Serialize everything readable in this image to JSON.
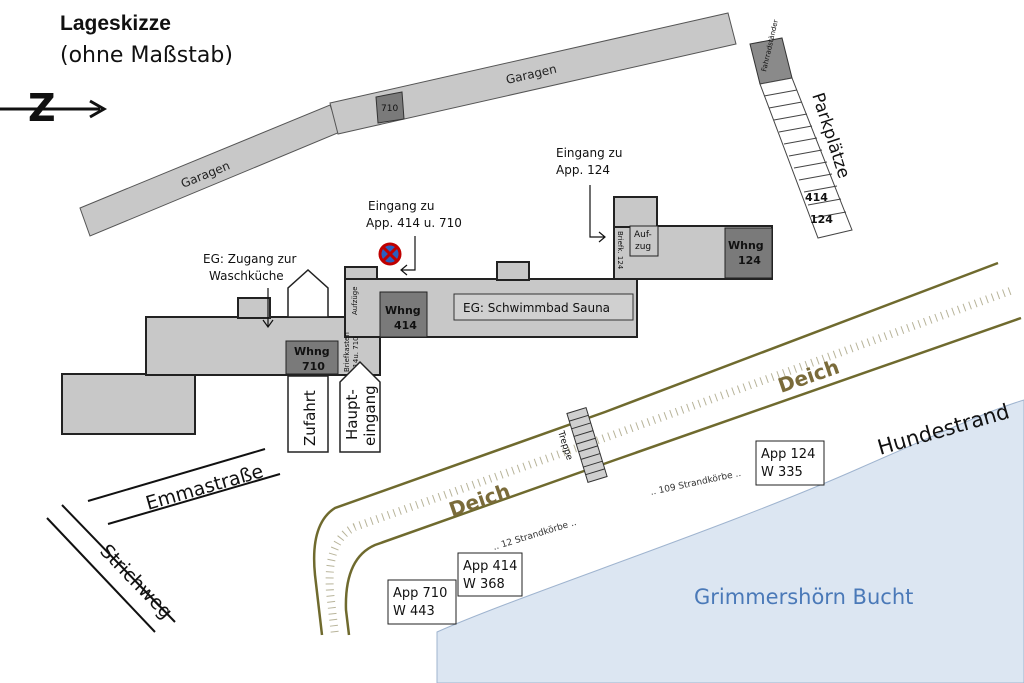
{
  "title": "Lageskizze",
  "subtitle": "(ohne Maßstab)",
  "north_symbol": "Z",
  "garages": {
    "left": "Garagen",
    "right": "Garagen",
    "num": "710"
  },
  "parking": {
    "label": "Parkplätze",
    "slot_414": "414",
    "slot_124": "124",
    "small": "Fahrradständer"
  },
  "labels": {
    "eingang124_l1": "Eingang zu",
    "eingang124_l2": "App.  124",
    "eingang414_l1": "Eingang zu",
    "eingang414_l2": "App.  414 u. 710",
    "waschkueche_l1": "EG: Zugang zur",
    "waschkueche_l2": "Waschküche",
    "schwimmbad": "EG: Schwimmbad Sauna",
    "aufzug_vert": "Aufzüge",
    "briefkasten124": "Briefk. 124",
    "briefkasten710_a": "Briefkasten",
    "briefkasten710_b": "414u. 710",
    "aufzug_l1": "Auf-",
    "aufzug_l2": "zug"
  },
  "units": {
    "w124_l1": "Whng",
    "w124_l2": "124",
    "w414_l1": "Whng",
    "w414_l2": "414",
    "w710_l1": "Whng",
    "w710_l2": "710"
  },
  "entrances": {
    "zufahrt": "Zufahrt",
    "haupt_l1": "Haupt-",
    "haupt_l2": "eingang"
  },
  "streets": {
    "emma": "Emmastraße",
    "strich": "Strichweg"
  },
  "dike": {
    "deich1": "Deich",
    "deich2": "Deich",
    "treppe": "Treppe"
  },
  "beach": {
    "strand109": ".. 109 Strandkörbe ..",
    "strand12": ".. 12 Strandkörbe ..",
    "hundestrand": "Hundestrand",
    "bay": "Grimmershörn Bucht"
  },
  "boxes": {
    "b124_l1": "App 124",
    "b124_l2": "W 335",
    "b414_l1": "App 414",
    "b414_l2": "W 368",
    "b710_l1": "App 710",
    "b710_l2": "W 443"
  },
  "colors": {
    "building": "#c8c8c8",
    "unit": "#7a7a7a",
    "water": "#dce6f2",
    "dike_line": "#6f6a2e",
    "dike_tick": "#b8b49a",
    "bay_text": "#4a79b8"
  }
}
